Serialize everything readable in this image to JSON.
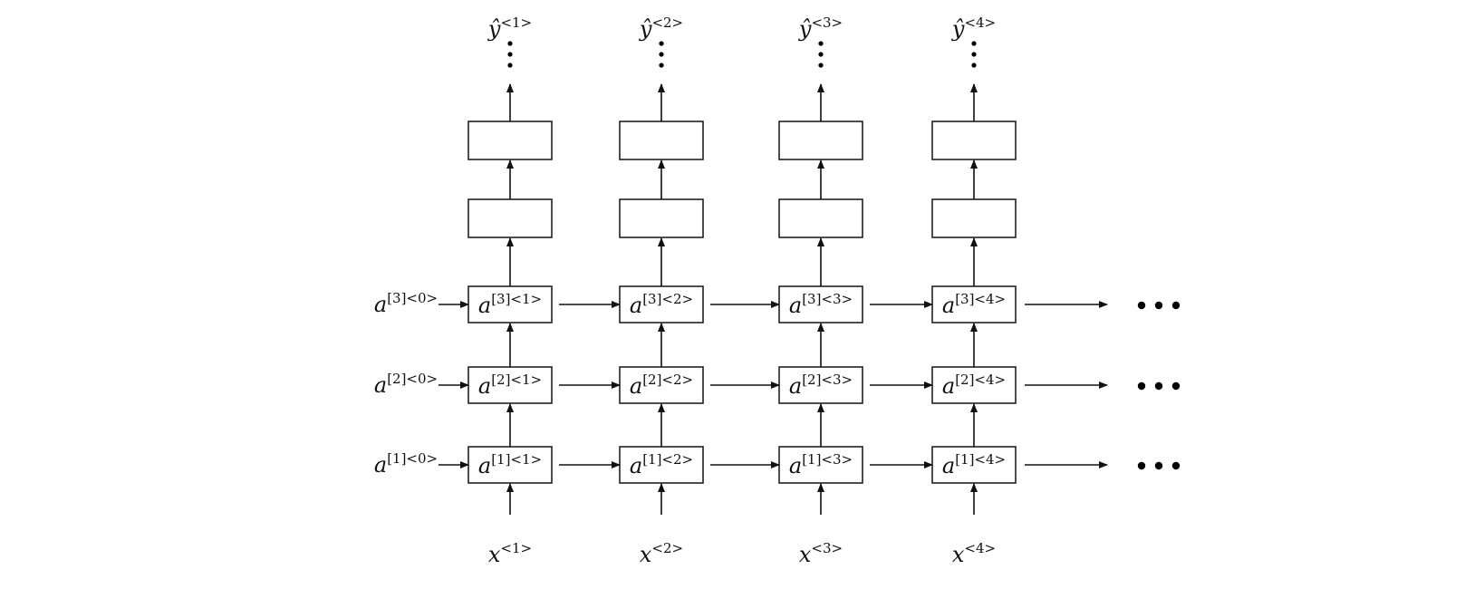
{
  "diagram": {
    "outputs": [
      {
        "base": "ŷ",
        "sup": "<1>"
      },
      {
        "base": "ŷ",
        "sup": "<2>"
      },
      {
        "base": "ŷ",
        "sup": "<3>"
      },
      {
        "base": "ŷ",
        "sup": "<4>"
      }
    ],
    "inputs": [
      {
        "base": "x",
        "sup": "<1>"
      },
      {
        "base": "x",
        "sup": "<2>"
      },
      {
        "base": "x",
        "sup": "<3>"
      },
      {
        "base": "x",
        "sup": "<4>"
      }
    ],
    "initial_states": [
      {
        "base": "a",
        "sup": "[3]<0>"
      },
      {
        "base": "a",
        "sup": "[2]<0>"
      },
      {
        "base": "a",
        "sup": "[1]<0>"
      }
    ],
    "cells": [
      [
        {
          "base": "a",
          "sup": "[3]<1>"
        },
        {
          "base": "a",
          "sup": "[3]<2>"
        },
        {
          "base": "a",
          "sup": "[3]<3>"
        },
        {
          "base": "a",
          "sup": "[3]<4>"
        }
      ],
      [
        {
          "base": "a",
          "sup": "[2]<1>"
        },
        {
          "base": "a",
          "sup": "[2]<2>"
        },
        {
          "base": "a",
          "sup": "[2]<3>"
        },
        {
          "base": "a",
          "sup": "[2]<4>"
        }
      ],
      [
        {
          "base": "a",
          "sup": "[1]<1>"
        },
        {
          "base": "a",
          "sup": "[1]<2>"
        },
        {
          "base": "a",
          "sup": "[1]<3>"
        },
        {
          "base": "a",
          "sup": "[1]<4>"
        }
      ]
    ]
  }
}
